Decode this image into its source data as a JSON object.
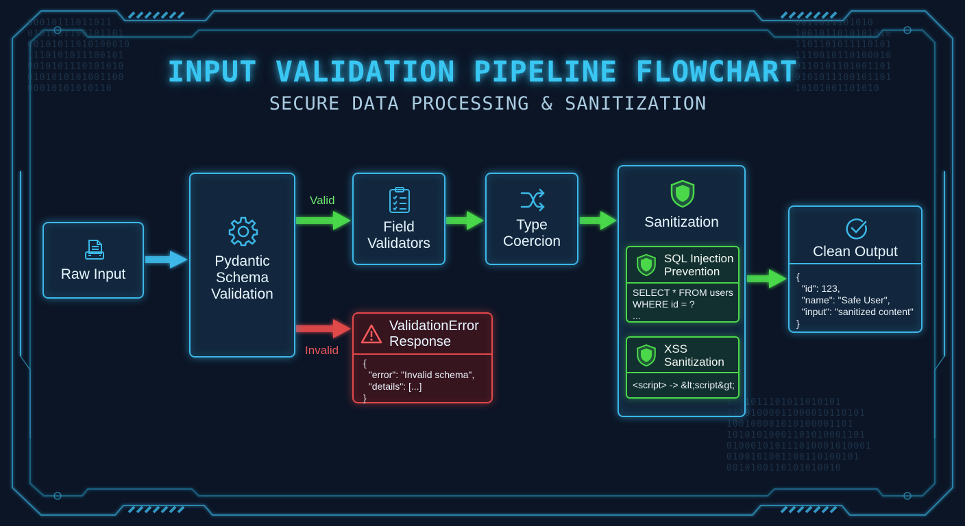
{
  "title": "INPUT VALIDATION PIPELINE FLOWCHART",
  "subtitle": "SECURE DATA PROCESSING & SANITIZATION",
  "nodes": {
    "raw_input": {
      "label": "Raw Input",
      "icon": "document-icon"
    },
    "pydantic": {
      "label": "Pydantic\nSchema\nValidation",
      "icon": "gear-icon"
    },
    "field_validators": {
      "label": "Field\nValidators",
      "icon": "clipboard-checklist-icon"
    },
    "type_coercion": {
      "label": "Type\nCoercion",
      "icon": "shuffle-icon"
    },
    "validation_error": {
      "label": "ValidationError\nResponse",
      "icon": "warning-icon",
      "code": "{\n  \"error\": \"Invalid schema\",\n  \"details\": [...]\n}"
    },
    "sanitization": {
      "label": "Sanitization",
      "icon": "shield-icon",
      "sql": {
        "title": "SQL Injection\nPrevention",
        "code": "SELECT * FROM users\nWHERE id = ?\n..."
      },
      "xss": {
        "title": "XSS\nSanitization",
        "code": "<script> -> &lt;script&gt;"
      }
    },
    "clean_output": {
      "label": "Clean Output",
      "icon": "check-circle-icon",
      "code": "{\n  \"id\": 123,\n  \"name\": \"Safe User\",\n  \"input\": \"sanitized content\"\n}"
    }
  },
  "edges": {
    "valid": "Valid",
    "invalid": "Invalid"
  },
  "colors": {
    "accent_blue": "#3cb8e8",
    "valid_green": "#4ad84a",
    "error_red": "#e0484a",
    "background": "#0c1526"
  }
}
